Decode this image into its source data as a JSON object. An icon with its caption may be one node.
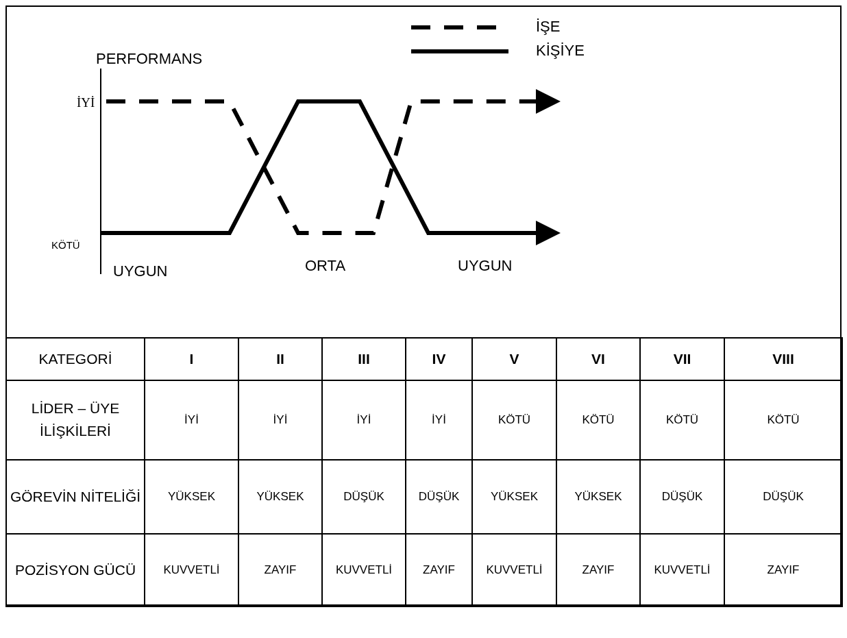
{
  "diagram": {
    "labels": [
      "PERFORMANS",
      "İYİ",
      "KÖTÜ",
      "UYGUN",
      "ORTA",
      "UYGUN",
      "KATEGORİ",
      "I",
      "II",
      "III",
      "IV",
      "V",
      "VI",
      "VII",
      "VIII",
      "LİDER – ÜYE İLİŞKİLERİ",
      "İYİ",
      "İYİ",
      "İYİ",
      "İYİ",
      "KÖTÜ",
      "KÖTÜ",
      "KÖTÜ",
      "KÖTÜ",
      "GÖREVİN NİTELİĞİ",
      "YÜKSEK",
      "YÜKSEK",
      "DÜŞÜK",
      "DÜŞÜK",
      "YÜKSEK",
      "YÜKSEK",
      "DÜŞÜK",
      "DÜŞÜK",
      "POZİSYON GÜCÜ",
      "KUVVETLİ",
      "ZAYIF",
      "KUVVETLİ",
      "ZAYIF",
      "KUVVETLİ",
      "ZAYIF",
      "KUVVETLİ",
      "ZAYIF"
    ],
    "legend": [
      {
        "text": "İŞE"
      },
      {
        "text": "KİŞİYE"
      }
    ]
  }
}
